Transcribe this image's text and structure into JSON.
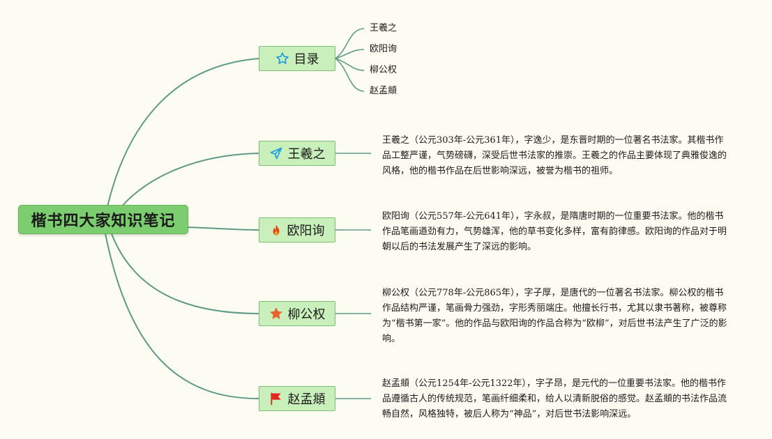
{
  "root": {
    "label": "楷书四大家知识笔记"
  },
  "branches": [
    {
      "label": "目录",
      "icon": "star-outline-icon",
      "icon_color": "#1a9de0",
      "children": [
        "王羲之",
        "欧阳询",
        "柳公权",
        "赵孟頫"
      ]
    },
    {
      "label": "王羲之",
      "icon": "paper-plane-icon",
      "icon_color": "#1a9de0",
      "description": "王羲之（公元303年-公元361年），字逸少，是东晋时期的一位著名书法家。其楷书作品工整严谨，气势磅礴，深受后世书法家的推崇。王羲之的作品主要体现了典雅俊逸的风格，他的楷书作品在后世影响深远，被誉为楷书的祖师。"
    },
    {
      "label": "欧阳询",
      "icon": "fire-icon",
      "icon_color": "#e5481f",
      "description": "欧阳询（公元557年-公元641年），字永叔，是隋唐时期的一位重要书法家。他的楷书作品笔画遒劲有力，气势雄浑，他的草书变化多样，富有韵律感。欧阳询的作品对于明朝以后的书法发展产生了深远的影响。"
    },
    {
      "label": "柳公权",
      "icon": "star-filled-icon",
      "icon_color": "#e8622e",
      "description": "柳公权（公元778年-公元865年），字子厚，是唐代的一位著名书法家。柳公权的楷书作品结构严谨，笔画骨力强劲，字形秀丽端庄。他擅长行书，尤其以隶书著称，被尊称为“楷书第一家”。他的作品与欧阳询的作品合称为“欧柳”，对后世书法产生了广泛的影响。"
    },
    {
      "label": "赵孟頫",
      "icon": "flag-icon",
      "icon_color": "#e0261f",
      "description": "赵孟頫（公元1254年-公元1322年），字子昂，是元代的一位重要书法家。他的楷书作品遵循古人的传统规范，笔画纤细柔和，给人以清新脱俗的感觉。赵孟頫的书法作品流畅自然，风格独特，被后人称为“神品”，对后世书法影响深远。"
    }
  ],
  "colors": {
    "connector": "#5e9a86",
    "root_fill": "#7ccd6f",
    "branch_fill": "#c9efbb"
  }
}
